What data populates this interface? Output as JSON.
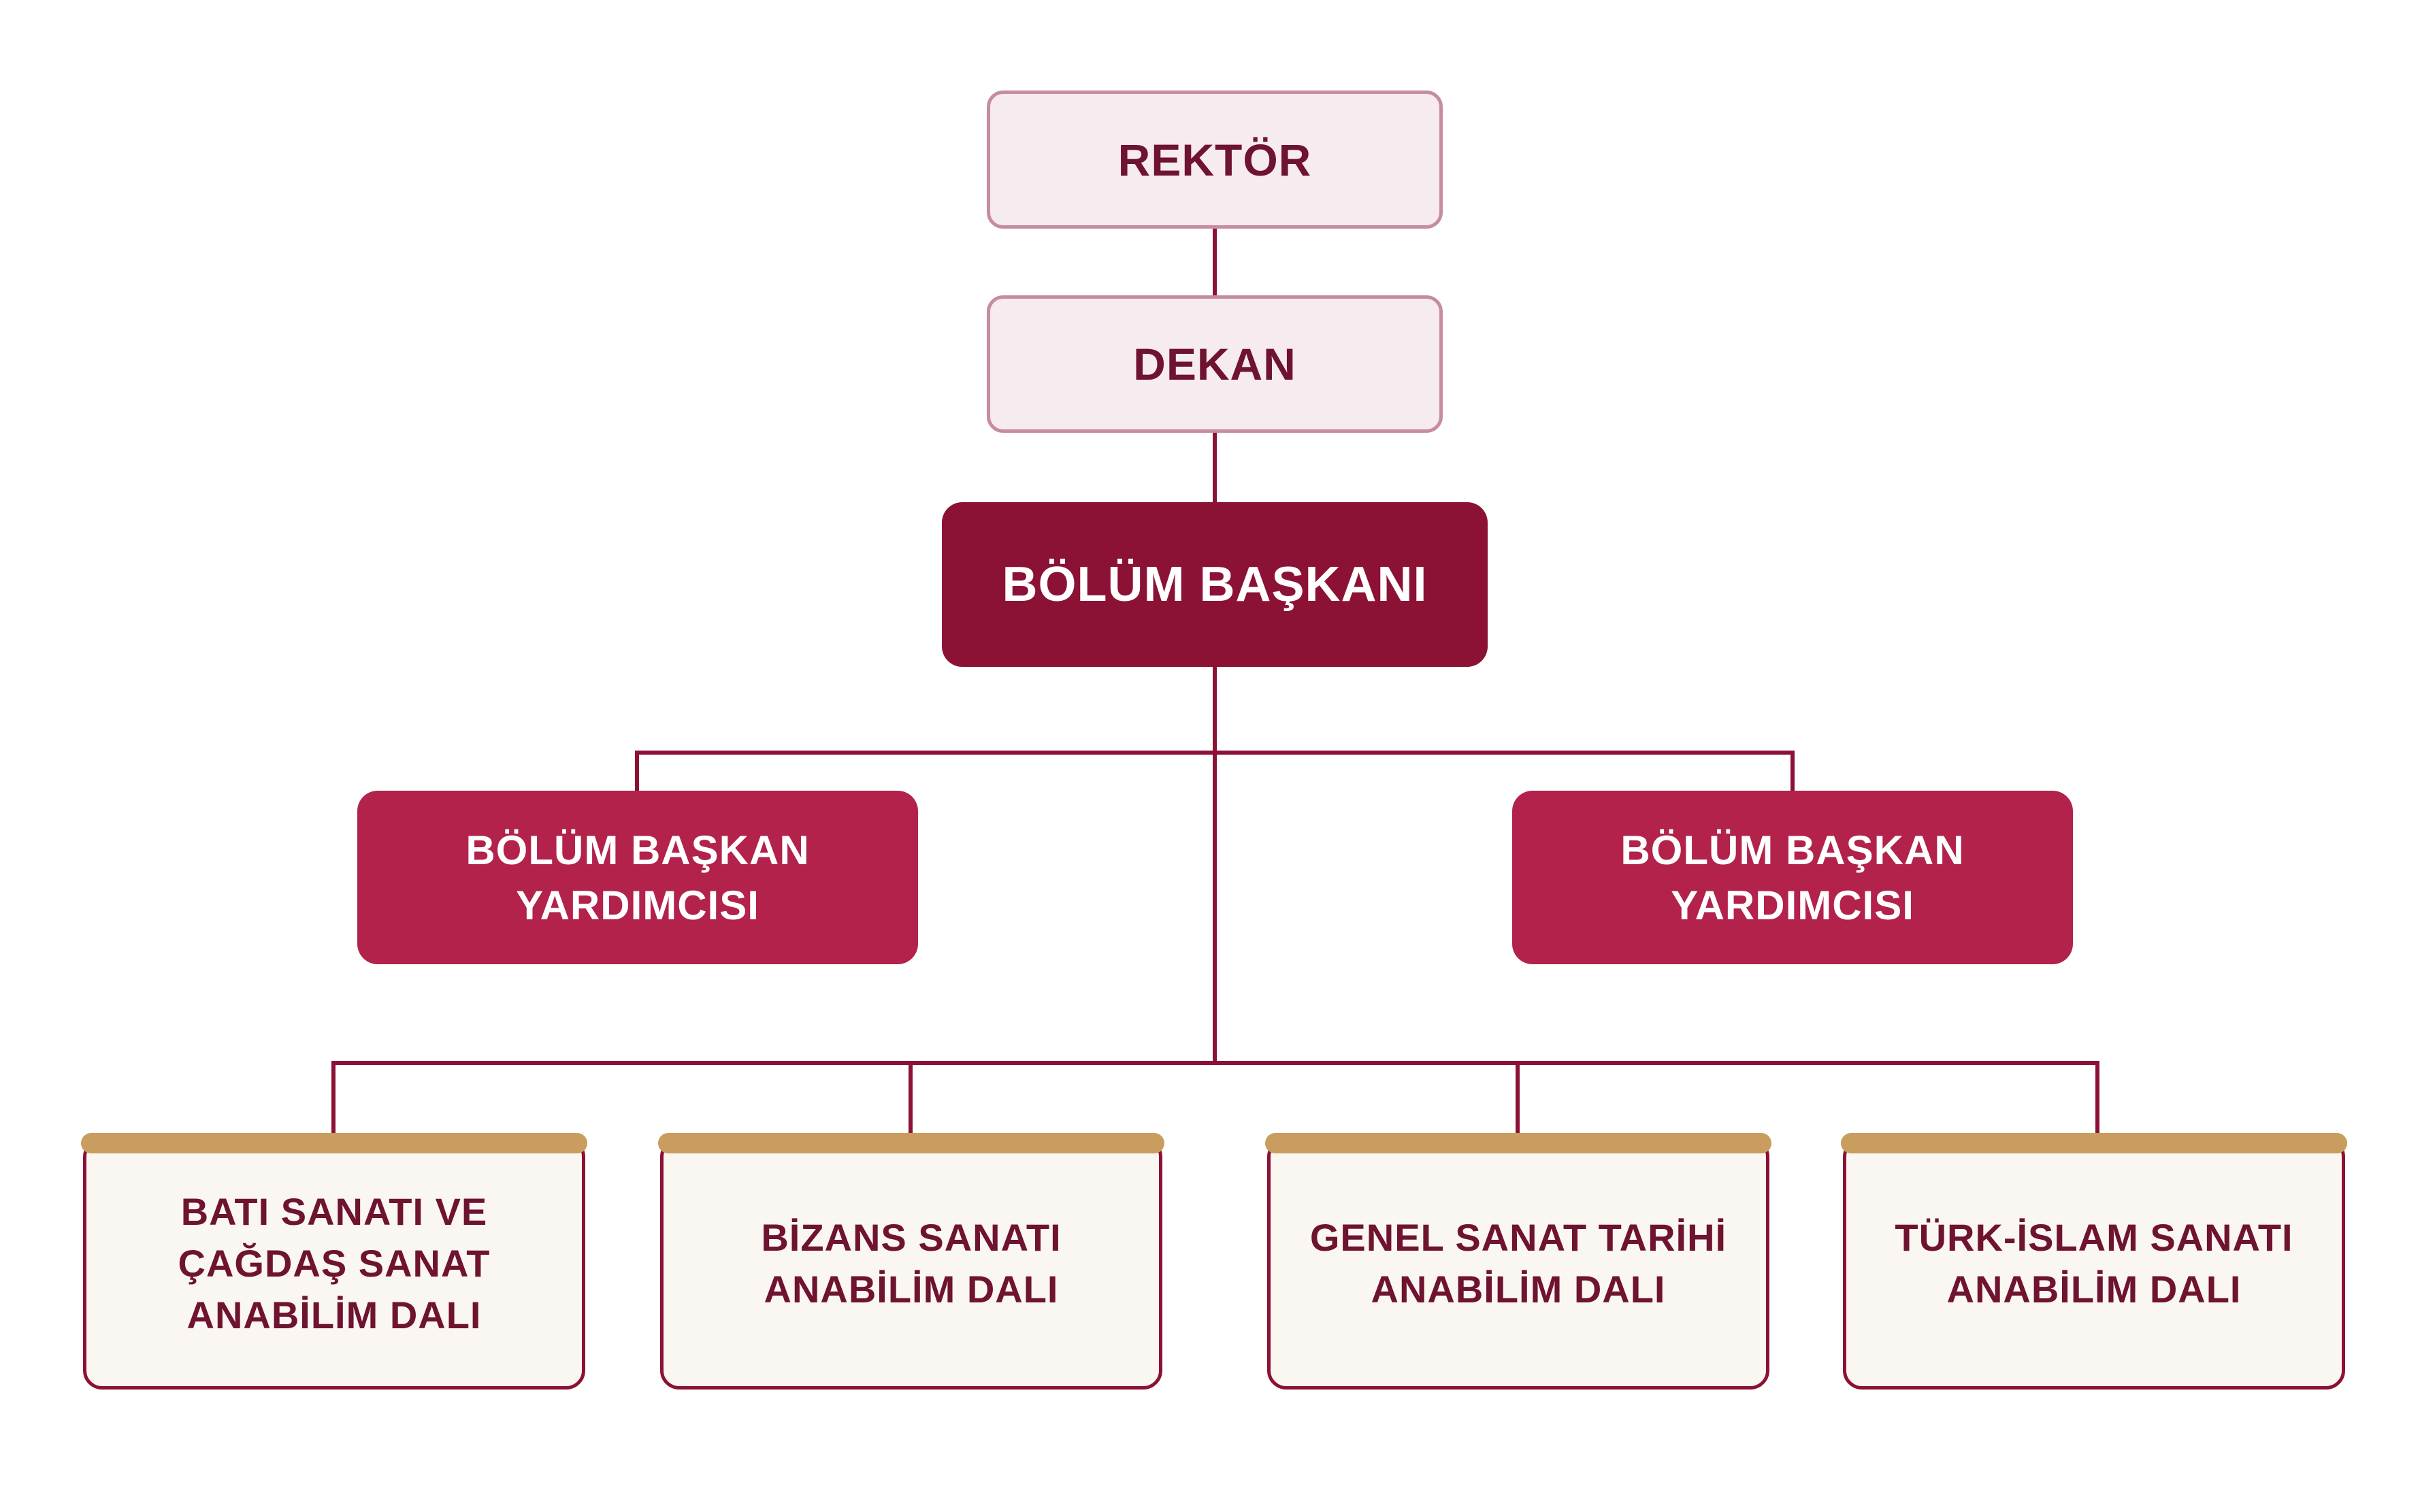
{
  "org": {
    "rector": "REKTÖR",
    "dean": "DEKAN",
    "head": "BÖLÜM BAŞKANI",
    "deputies": [
      "BÖLÜM BAŞKAN\nYARDIMCISI",
      "BÖLÜM BAŞKAN\nYARDIMCISI"
    ],
    "departments": [
      "BATI SANATI VE\nÇAĞDAŞ SANAT\nANABİLİM DALI",
      "BİZANS SANATI\nANABİLİM DALI",
      "GENEL SANAT TARİHİ\nANABİLİM DALI",
      "TÜRK-İSLAM SANATI\nANABİLİM DALI"
    ]
  },
  "colors": {
    "connector": "#8c1235",
    "light_fill": "#f6ebef",
    "light_border": "#c68ca2",
    "head_fill": "#8c1235",
    "deputy_fill": "#b2224b",
    "dept_fill": "#faf6f1",
    "dept_accent": "#c99d5e",
    "text_dark": "#6e1330"
  }
}
